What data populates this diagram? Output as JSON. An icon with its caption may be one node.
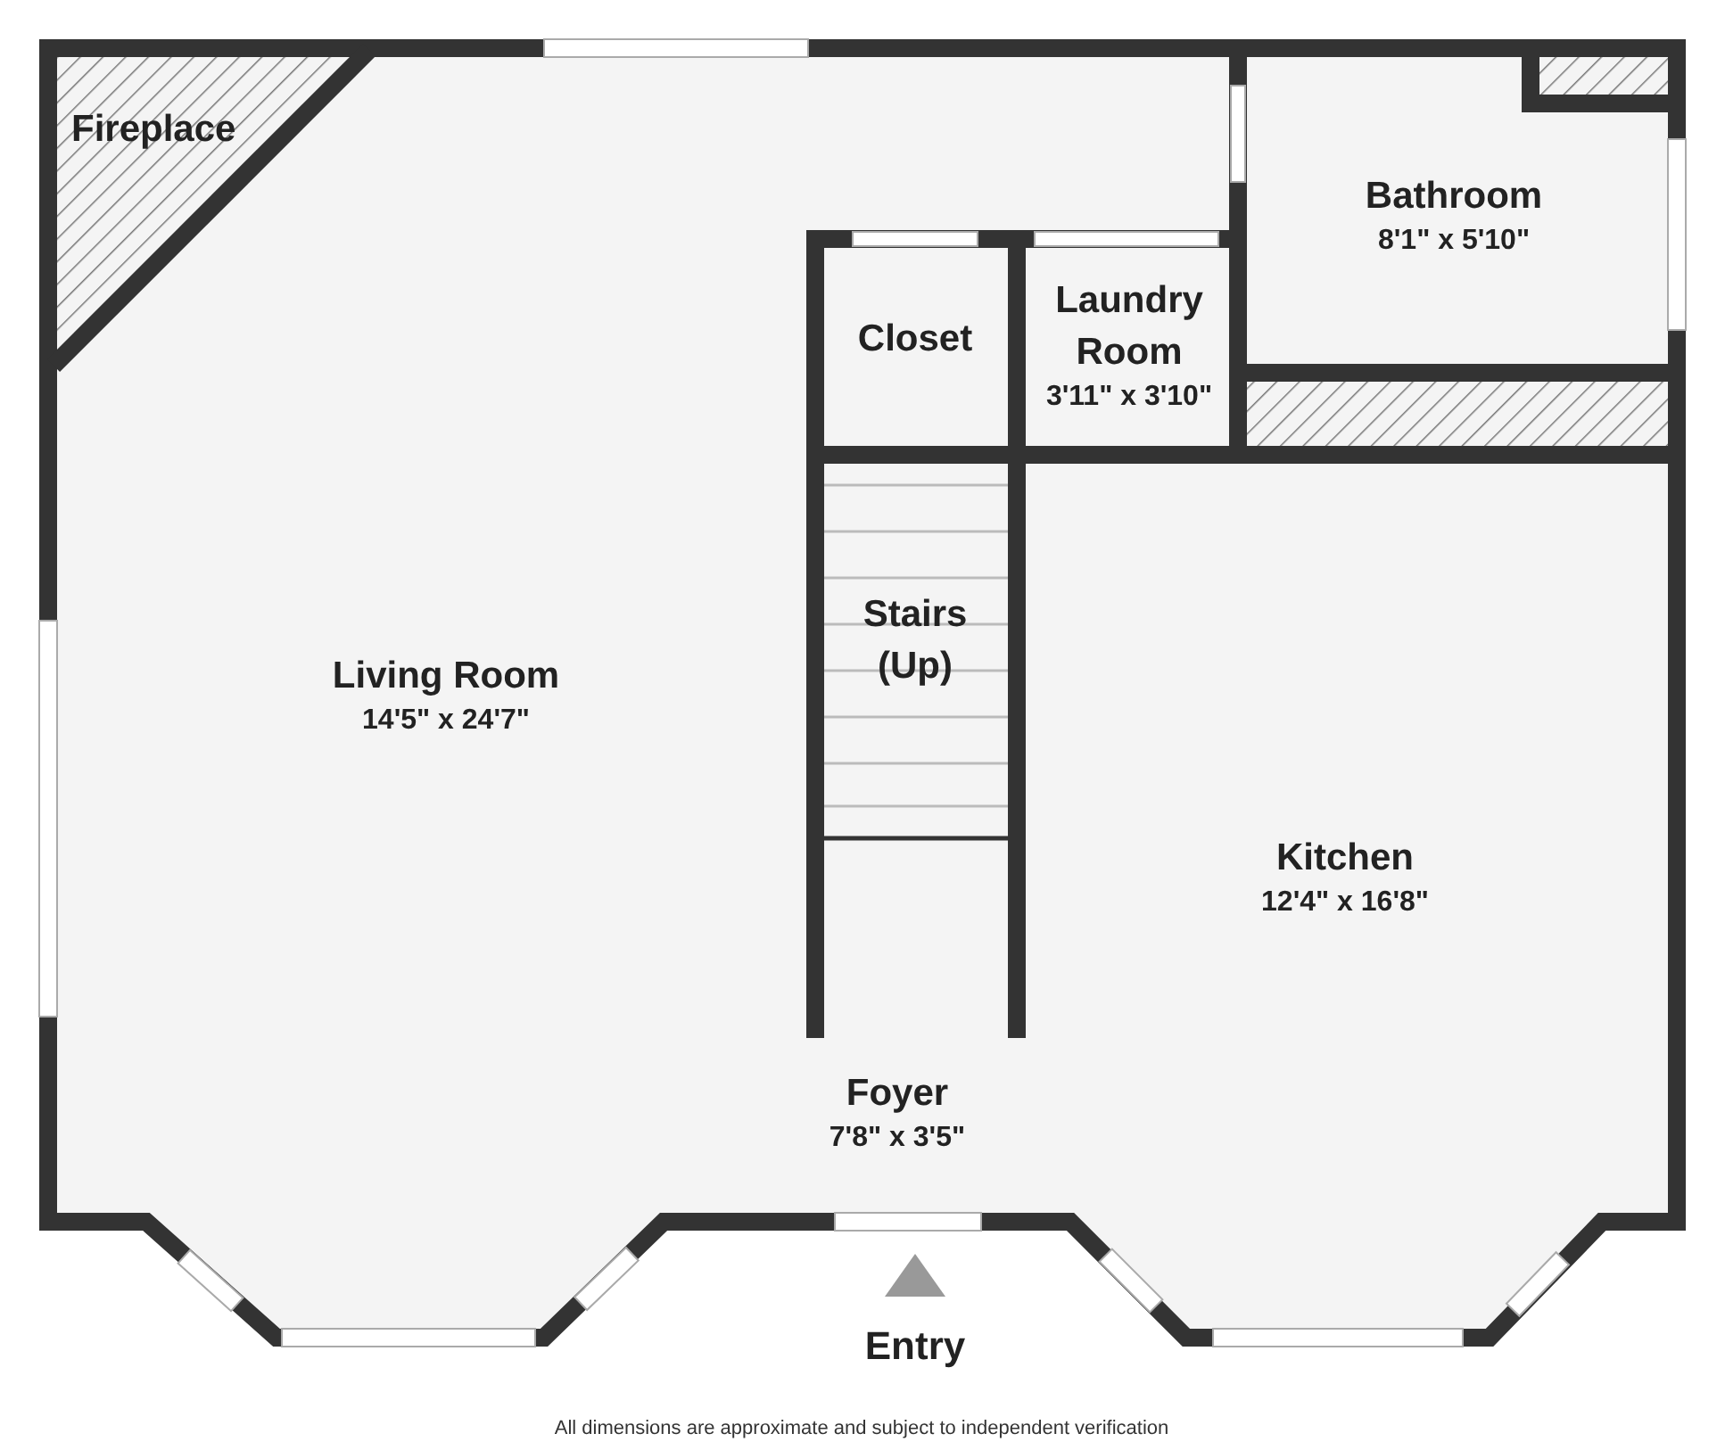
{
  "diagram": {
    "caption": "All dimensions are approximate and subject to independent verification",
    "nodes": [
      {
        "text": [
          "Fireplace"
        ]
      },
      {
        "text": [
          "Living Room",
          "14'5\" x 24'7\""
        ]
      },
      {
        "text": [
          "Closet"
        ]
      },
      {
        "text": [
          "Laundry Room",
          "3'11\" x 3'10\""
        ]
      },
      {
        "text": [
          "Bathroom",
          "8'1\" x 5'10\""
        ]
      },
      {
        "text": [
          "Stairs (Up)"
        ]
      },
      {
        "text": [
          "Kitchen",
          "12'4\" x 16'8\""
        ]
      },
      {
        "text": [
          "Foyer",
          "7'8\" x 3'5\""
        ]
      }
    ],
    "labels": [
      "Entry"
    ]
  }
}
